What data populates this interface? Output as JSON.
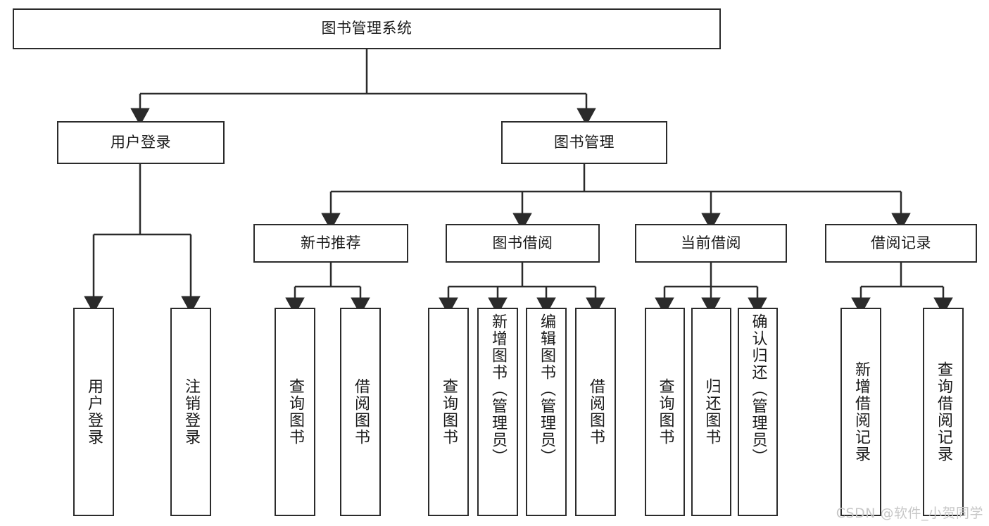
{
  "diagram": {
    "type": "tree-hierarchy",
    "title": "图书管理系统",
    "root": {
      "label": "图书管理系统"
    },
    "level1": [
      {
        "label": "用户登录"
      },
      {
        "label": "图书管理"
      }
    ],
    "level2": [
      {
        "label": "新书推荐"
      },
      {
        "label": "图书借阅"
      },
      {
        "label": "当前借阅"
      },
      {
        "label": "借阅记录"
      }
    ],
    "leaves_user_login": [
      {
        "label": "用户登录"
      },
      {
        "label": "注销登录"
      }
    ],
    "leaves_new_book": [
      {
        "label": "查询图书"
      },
      {
        "label": "借阅图书"
      }
    ],
    "leaves_book_borrow": [
      {
        "label": "查询图书"
      },
      {
        "label": "新增图书（管理员）"
      },
      {
        "label": "编辑图书（管理员）"
      },
      {
        "label": "借阅图书"
      }
    ],
    "leaves_current_borrow": [
      {
        "label": "查询图书"
      },
      {
        "label": "归还图书"
      },
      {
        "label": "确认归还（管理员）"
      }
    ],
    "leaves_borrow_record": [
      {
        "label": "新增借阅记录"
      },
      {
        "label": "查询借阅记录"
      }
    ],
    "colors": {
      "box_border": "#2b2b2b",
      "box_fill": "#ffffff",
      "line": "#2b2b2b",
      "text": "#1a1a1a",
      "watermark": "#c7c7c7",
      "background": "#ffffff"
    }
  },
  "watermark": {
    "text": "CSDN @软件_小贺同学"
  }
}
